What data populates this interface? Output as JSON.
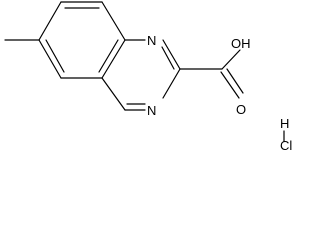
{
  "molecule": {
    "atoms": {
      "n1": "N",
      "n3": "N",
      "oh": "OH",
      "o": "O",
      "h": "H",
      "cl": "Cl"
    }
  },
  "colors": {
    "bond": "#000000",
    "text": "#000000",
    "background": "#ffffff"
  }
}
